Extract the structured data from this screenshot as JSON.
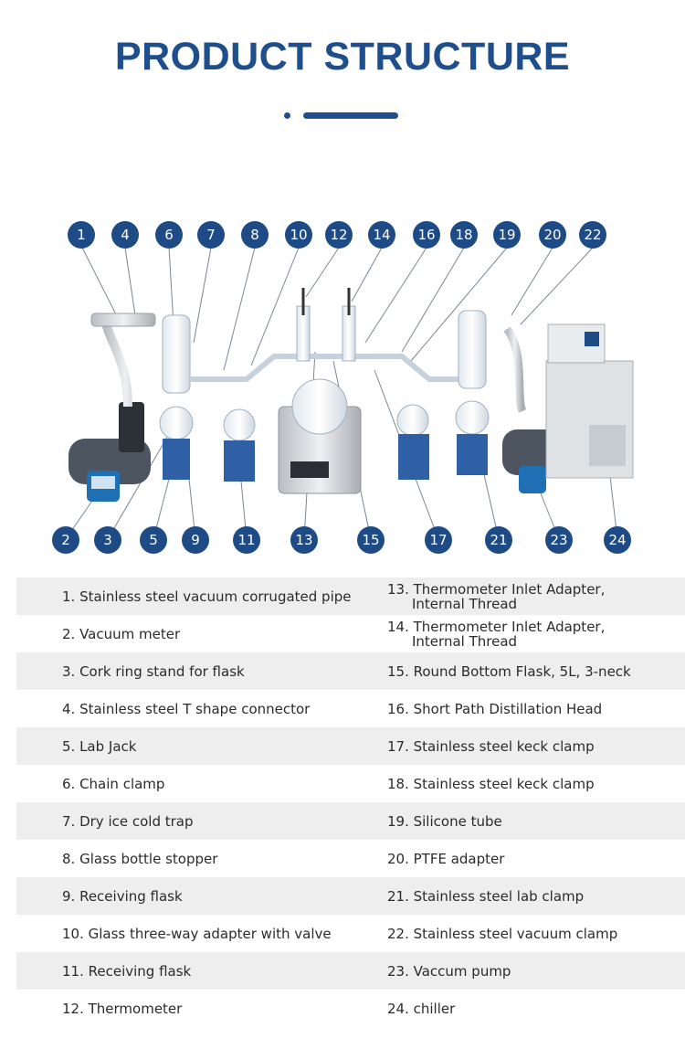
{
  "title": "PRODUCT STRUCTURE",
  "colors": {
    "accent": "#1f4e8c",
    "badge": "#1e4b85",
    "row_shade": "#eeeeee"
  },
  "badges_top": [
    "1",
    "4",
    "6",
    "7",
    "8",
    "10",
    "12",
    "14",
    "16",
    "18",
    "19",
    "20",
    "22"
  ],
  "badges_bottom": [
    "2",
    "3",
    "5",
    "9",
    "11",
    "13",
    "15",
    "17",
    "21",
    "23",
    "24"
  ],
  "parts_left": [
    "1. Stainless steel vacuum corrugated pipe",
    "2. Vacuum meter",
    "3. Cork ring stand for flask",
    "4. Stainless steel T shape connector",
    "5. Lab Jack",
    "6. Chain clamp",
    "7. Dry ice cold trap",
    "8. Glass bottle stopper",
    "9. Receiving flask",
    "10. Glass three-way adapter with valve",
    "11. Receiving flask",
    "12. Thermometer"
  ],
  "parts_right": [
    {
      "line1": "13. Thermometer Inlet Adapter,",
      "line2": "Internal Thread"
    },
    {
      "line1": "14. Thermometer Inlet Adapter,",
      "line2": "Internal Thread"
    },
    {
      "line1": "15. Round Bottom Flask, 5L, 3-neck",
      "line2": ""
    },
    {
      "line1": "16. Short Path Distillation Head",
      "line2": ""
    },
    {
      "line1": "17. Stainless steel keck clamp",
      "line2": ""
    },
    {
      "line1": "18. Stainless steel keck clamp",
      "line2": ""
    },
    {
      "line1": "19. Silicone tube",
      "line2": ""
    },
    {
      "line1": "20. PTFE adapter",
      "line2": ""
    },
    {
      "line1": "21. Stainless steel lab clamp",
      "line2": ""
    },
    {
      "line1": "22. Stainless steel vacuum clamp",
      "line2": ""
    },
    {
      "line1": "23. Vaccum pump",
      "line2": ""
    },
    {
      "line1": "24. chiller",
      "line2": ""
    }
  ]
}
